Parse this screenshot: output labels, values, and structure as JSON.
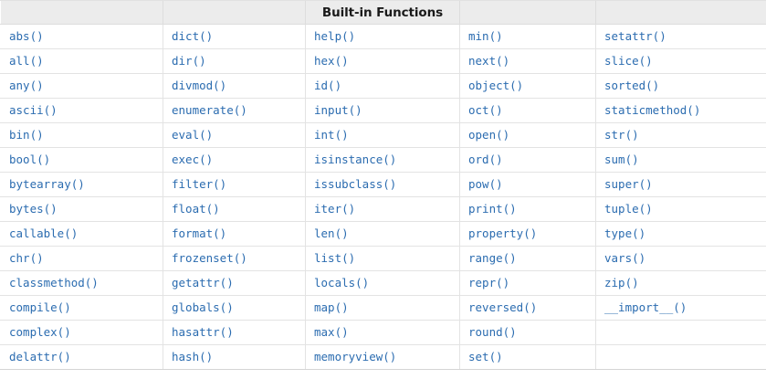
{
  "table": {
    "title": "Built-in Functions",
    "title_column_index": 2,
    "column_count": 5,
    "row_count": 14,
    "accent_link_color": "#2b6cb0",
    "header_background_color": "#ececec",
    "row_border_color": "#e3e3e3",
    "headers": [
      "",
      "",
      "Built-in Functions",
      "",
      ""
    ],
    "columns": [
      {
        "index": 0,
        "items": [
          "abs()",
          "all()",
          "any()",
          "ascii()",
          "bin()",
          "bool()",
          "bytearray()",
          "bytes()",
          "callable()",
          "chr()",
          "classmethod()",
          "compile()",
          "complex()",
          "delattr()"
        ]
      },
      {
        "index": 1,
        "items": [
          "dict()",
          "dir()",
          "divmod()",
          "enumerate()",
          "eval()",
          "exec()",
          "filter()",
          "float()",
          "format()",
          "frozenset()",
          "getattr()",
          "globals()",
          "hasattr()",
          "hash()"
        ]
      },
      {
        "index": 2,
        "items": [
          "help()",
          "hex()",
          "id()",
          "input()",
          "int()",
          "isinstance()",
          "issubclass()",
          "iter()",
          "len()",
          "list()",
          "locals()",
          "map()",
          "max()",
          "memoryview()"
        ]
      },
      {
        "index": 3,
        "items": [
          "min()",
          "next()",
          "object()",
          "oct()",
          "open()",
          "ord()",
          "pow()",
          "print()",
          "property()",
          "range()",
          "repr()",
          "reversed()",
          "round()",
          "set()"
        ]
      },
      {
        "index": 4,
        "items": [
          "setattr()",
          "slice()",
          "sorted()",
          "staticmethod()",
          "str()",
          "sum()",
          "super()",
          "tuple()",
          "type()",
          "vars()",
          "zip()",
          "__import__()",
          "",
          ""
        ]
      }
    ],
    "rows": [
      [
        "abs()",
        "dict()",
        "help()",
        "min()",
        "setattr()"
      ],
      [
        "all()",
        "dir()",
        "hex()",
        "next()",
        "slice()"
      ],
      [
        "any()",
        "divmod()",
        "id()",
        "object()",
        "sorted()"
      ],
      [
        "ascii()",
        "enumerate()",
        "input()",
        "oct()",
        "staticmethod()"
      ],
      [
        "bin()",
        "eval()",
        "int()",
        "open()",
        "str()"
      ],
      [
        "bool()",
        "exec()",
        "isinstance()",
        "ord()",
        "sum()"
      ],
      [
        "bytearray()",
        "filter()",
        "issubclass()",
        "pow()",
        "super()"
      ],
      [
        "bytes()",
        "float()",
        "iter()",
        "print()",
        "tuple()"
      ],
      [
        "callable()",
        "format()",
        "len()",
        "property()",
        "type()"
      ],
      [
        "chr()",
        "frozenset()",
        "list()",
        "range()",
        "vars()"
      ],
      [
        "classmethod()",
        "getattr()",
        "locals()",
        "repr()",
        "zip()"
      ],
      [
        "compile()",
        "globals()",
        "map()",
        "reversed()",
        "__import__()"
      ],
      [
        "complex()",
        "hasattr()",
        "max()",
        "round()",
        ""
      ],
      [
        "delattr()",
        "hash()",
        "memoryview()",
        "set()",
        ""
      ]
    ]
  }
}
